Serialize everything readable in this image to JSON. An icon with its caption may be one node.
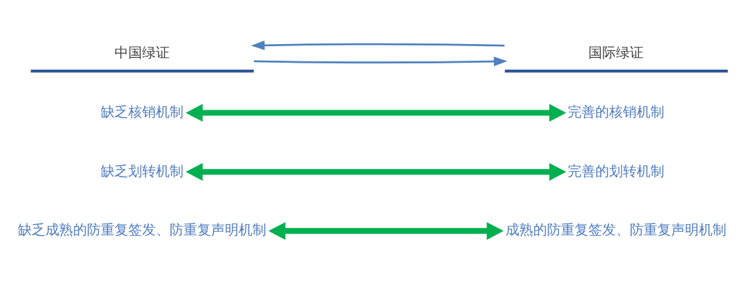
{
  "diagram": {
    "nodes": [
      {
        "text": [
          "中国绿证"
        ]
      },
      {
        "text": [
          "国际绿证"
        ]
      },
      {
        "text": [
          "缺乏核销机制"
        ]
      },
      {
        "text": [
          "缺乏划转机制"
        ]
      },
      {
        "text": [
          "缺乏成熟的防重复签发、防重复声明机制"
        ]
      },
      {
        "text": [
          "完善的核销机制"
        ]
      },
      {
        "text": [
          "完善的划转机制"
        ]
      },
      {
        "text": [
          "成熟的防重复签发、防重复声明机制"
        ]
      }
    ],
    "edges": [
      {
        "from": 0,
        "to": 1,
        "arrow": "to",
        "color": "#4f81bd"
      },
      {
        "from": 2,
        "to": 5,
        "arrow": "both"
      },
      {
        "from": 3,
        "to": 6,
        "arrow": "both"
      },
      {
        "from": 4,
        "to": 7,
        "arrow": "both"
      },
      {
        "from": 1,
        "to": 0,
        "arrow": "to",
        "color": "#4f81bd"
      }
    ]
  }
}
